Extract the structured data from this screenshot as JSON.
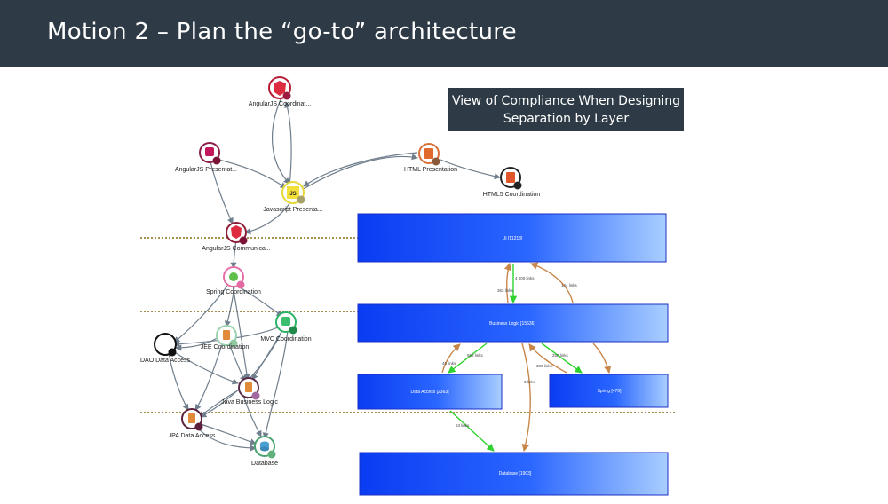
{
  "slide": {
    "title": "Motion 2 – Plan the “go-to” architecture"
  },
  "callout": {
    "line1": "View of Compliance When Designing",
    "line2": "Separation by Layer"
  },
  "graph": {
    "nodes": {
      "angular_coord": "AngularJS Coordinat...",
      "angular_present": "AngularJS Presentat...",
      "js_present": "Javascript Presenta...",
      "html_present": "HTML Presentation",
      "html5_coord": "HTML5 Coordination",
      "angular_comm": "AngularJS Communica...",
      "spring_coord": "Spring Coordination",
      "jee_coord": "JEE Coordination",
      "mvc_coord": "MVC Coordination",
      "dao_access": "DAO Data Access",
      "java_logic": "Java Business Logic",
      "jpa_access": "JPA Data Access",
      "database": "Database"
    }
  },
  "layers": {
    "ui": "UI [11218]",
    "business": "Business Logic [15536]",
    "data_access": "Data Access [2363]",
    "spring": "Spring [476]",
    "database": "Database [1903]"
  },
  "links": {
    "ui_to_bl": "4 000 links",
    "bl_to_ui": "363 links",
    "ui_to_spring": "144 links",
    "bl_to_da": "658 links",
    "da_to_bl": "45 links",
    "bl_to_spring": "250 links",
    "spring_to_bl": "309 links",
    "bl_to_db": "3 links",
    "da_to_db": "63 links"
  },
  "colors": {
    "header_bg": "#2e3b46",
    "layer_fill_start": "#0a3cf2",
    "layer_fill_end": "#9ec6ff",
    "green_link": "#2fd12f",
    "orange_link": "#c8874a",
    "dotted_separator": "#8a6a16"
  }
}
